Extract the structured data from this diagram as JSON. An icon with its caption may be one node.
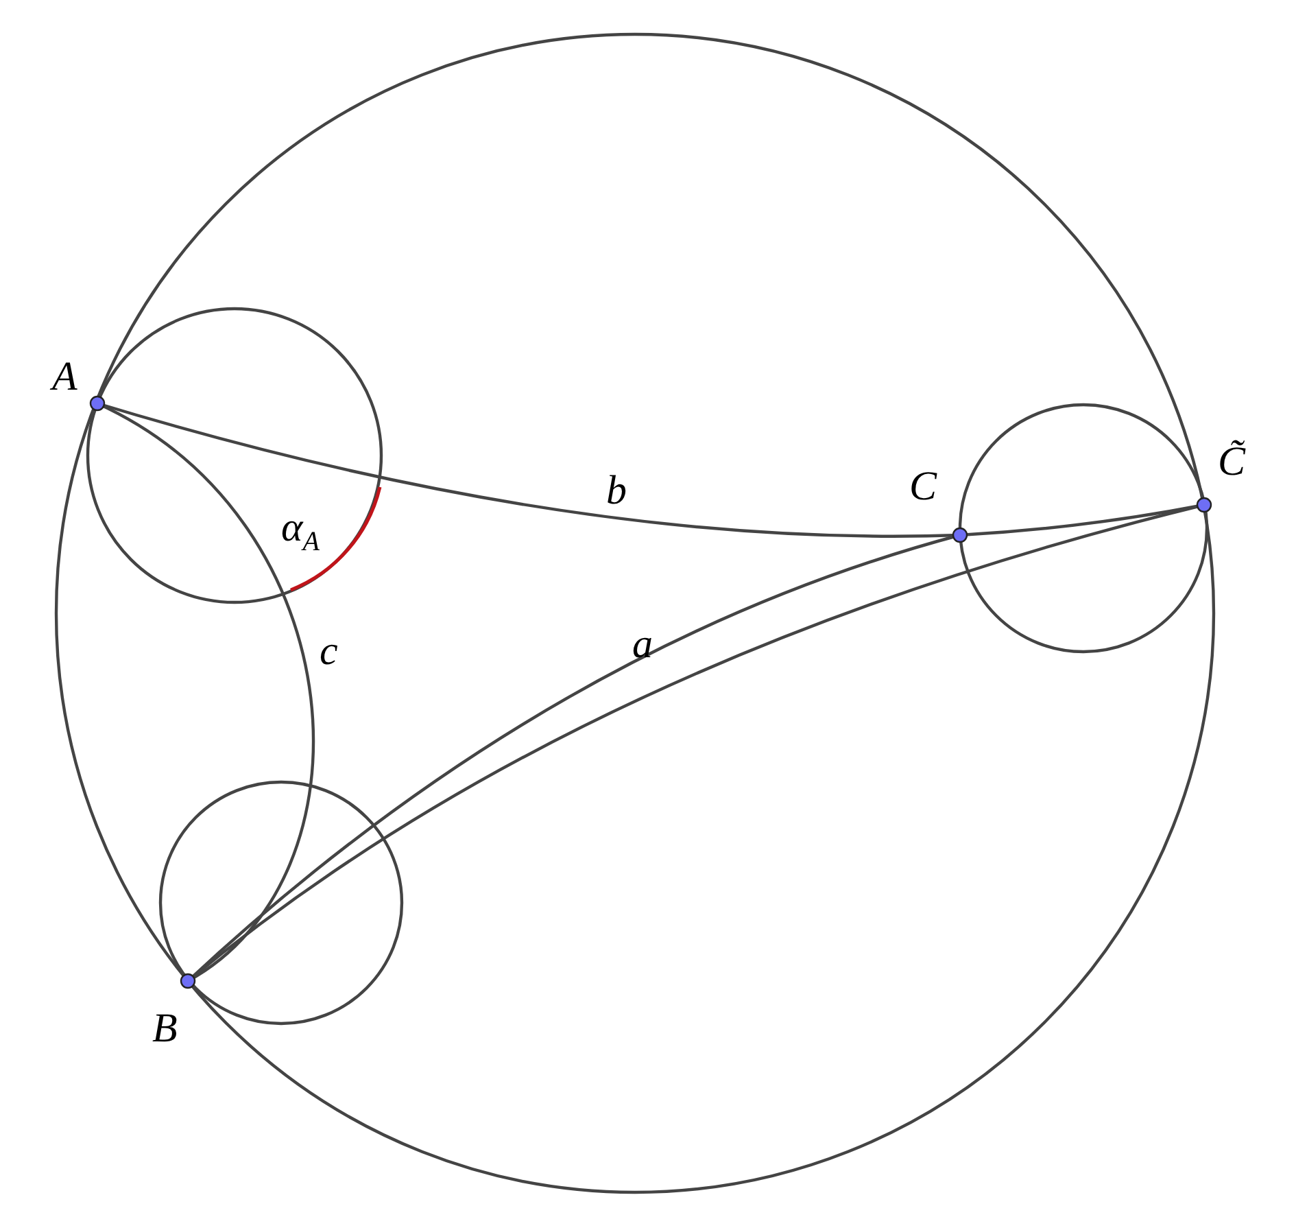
{
  "diagram": {
    "nodes": [
      {
        "text": [
          "A"
        ]
      },
      {
        "text": [
          "B"
        ]
      },
      {
        "text": [
          "C"
        ]
      },
      {
        "text": [
          "C̃"
        ]
      }
    ],
    "edges": [
      {
        "from": 0,
        "to": 2,
        "arrow": "none",
        "label": "b"
      },
      {
        "from": 2,
        "to": 3,
        "arrow": "none"
      },
      {
        "from": 0,
        "to": 1,
        "arrow": "none",
        "label": "c"
      },
      {
        "from": 1,
        "to": 2,
        "arrow": "none",
        "label": "a"
      },
      {
        "from": 1,
        "to": 3,
        "arrow": "none"
      }
    ],
    "labels": [
      "α$_{A}$"
    ]
  }
}
